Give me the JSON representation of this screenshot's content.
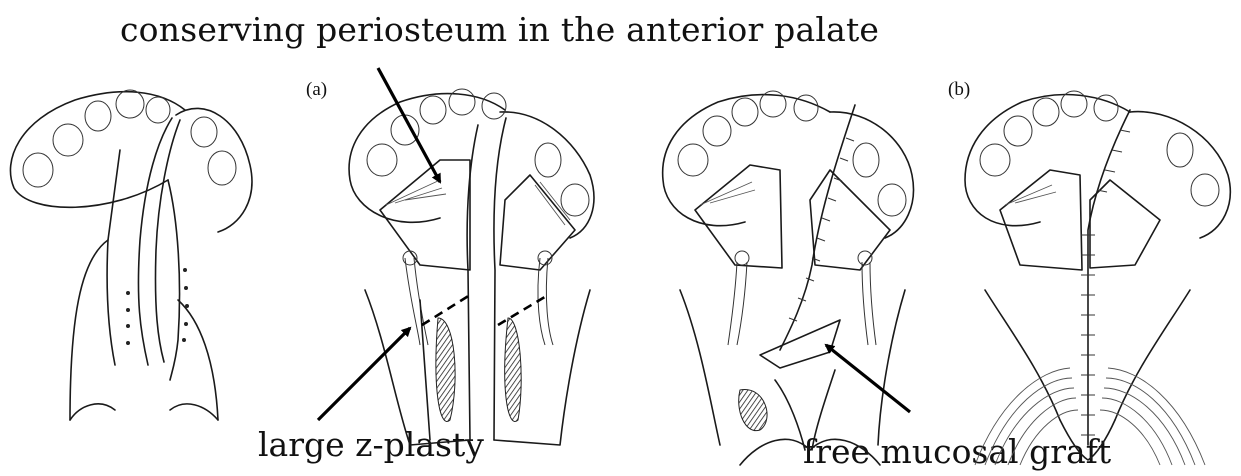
{
  "labels": {
    "top": "conserving periosteum in the anterior palate",
    "panel_a": "(a)",
    "panel_b": "(b)",
    "bottom_left": "large z-plasty",
    "bottom_right": "free mucosal graft"
  }
}
